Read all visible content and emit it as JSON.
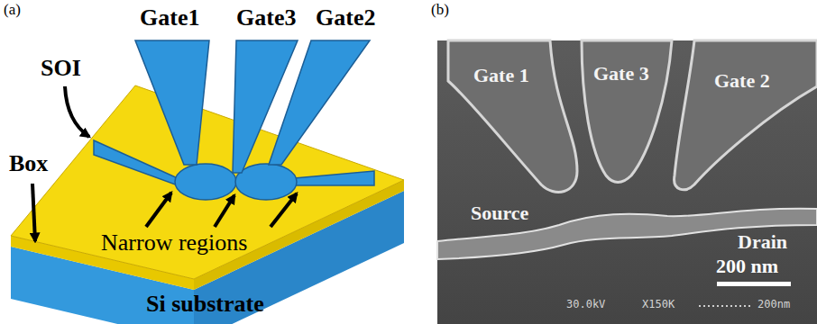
{
  "diagram": {
    "labels": [
      "(a)",
      "Gate1",
      "Gate3",
      "Gate2",
      "SOI",
      "Box",
      "Narrow regions",
      "Si substrate",
      "(b)",
      "Gate 1",
      "Gate 3",
      "Gate 2",
      "Source",
      "Drain",
      "200 nm",
      "30.0kV",
      "X150K",
      "200nm"
    ]
  }
}
